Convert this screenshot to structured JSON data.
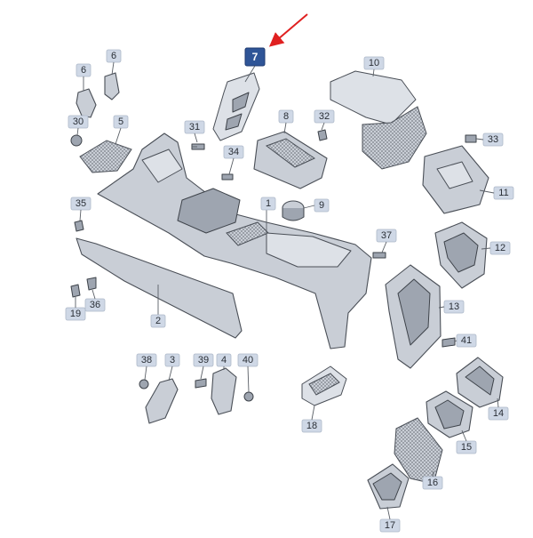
{
  "callouts": [
    {
      "id": "c6a",
      "text": "6"
    },
    {
      "id": "c6b",
      "text": "6"
    },
    {
      "id": "c7",
      "text": "7"
    },
    {
      "id": "c10",
      "text": "10"
    },
    {
      "id": "c30",
      "text": "30"
    },
    {
      "id": "c5",
      "text": "5"
    },
    {
      "id": "c31",
      "text": "31"
    },
    {
      "id": "c8",
      "text": "8"
    },
    {
      "id": "c32",
      "text": "32"
    },
    {
      "id": "c33",
      "text": "33"
    },
    {
      "id": "c34",
      "text": "34"
    },
    {
      "id": "c11",
      "text": "11"
    },
    {
      "id": "c35",
      "text": "35"
    },
    {
      "id": "c1",
      "text": "1"
    },
    {
      "id": "c9",
      "text": "9"
    },
    {
      "id": "c37",
      "text": "37"
    },
    {
      "id": "c12",
      "text": "12"
    },
    {
      "id": "c19",
      "text": "19"
    },
    {
      "id": "c36",
      "text": "36"
    },
    {
      "id": "c2",
      "text": "2"
    },
    {
      "id": "c13",
      "text": "13"
    },
    {
      "id": "c41",
      "text": "41"
    },
    {
      "id": "c38",
      "text": "38"
    },
    {
      "id": "c3",
      "text": "3"
    },
    {
      "id": "c39",
      "text": "39"
    },
    {
      "id": "c4",
      "text": "4"
    },
    {
      "id": "c40",
      "text": "40"
    },
    {
      "id": "c14",
      "text": "14"
    },
    {
      "id": "c18",
      "text": "18"
    },
    {
      "id": "c15",
      "text": "15"
    },
    {
      "id": "c16",
      "text": "16"
    },
    {
      "id": "c17",
      "text": "17"
    }
  ],
  "highlighted_part": "7",
  "colors": {
    "highlight": "#2f5597",
    "arrow": "#e02020",
    "label": "#cfd8e6"
  }
}
